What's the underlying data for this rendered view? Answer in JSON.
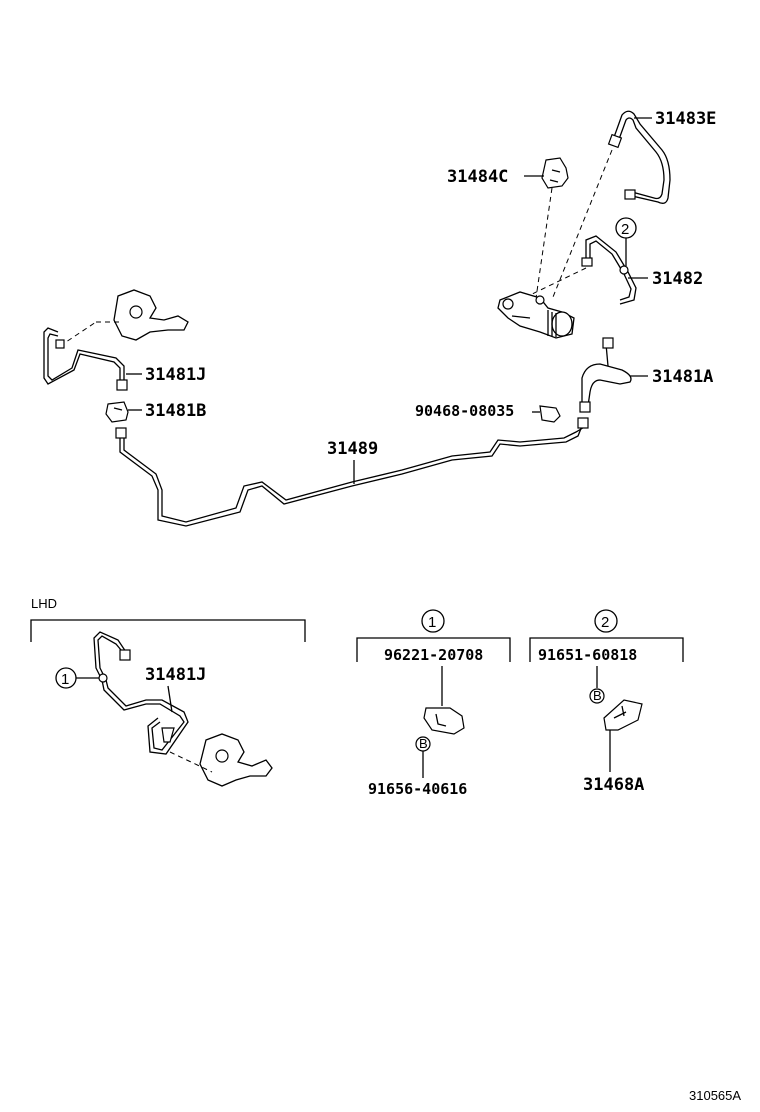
{
  "labels": {
    "p31483E": "31483E",
    "p31484C": "31484C",
    "p31482": "31482",
    "p31481J": "31481J",
    "p31481B": "31481B",
    "p31481A": "31481A",
    "p90468": "90468-08035",
    "p31489": "31489",
    "lhd_title": "LHD",
    "lhd_31481J": "31481J",
    "circle1": "1",
    "circle2": "2",
    "detail1_part": "96221-20708",
    "detail1_bolt": "91656-40616",
    "detail2_part": "91651-60818",
    "detail2_bracket": "31468A",
    "bolt_symbol": "B",
    "diagram_code": "310565A"
  }
}
